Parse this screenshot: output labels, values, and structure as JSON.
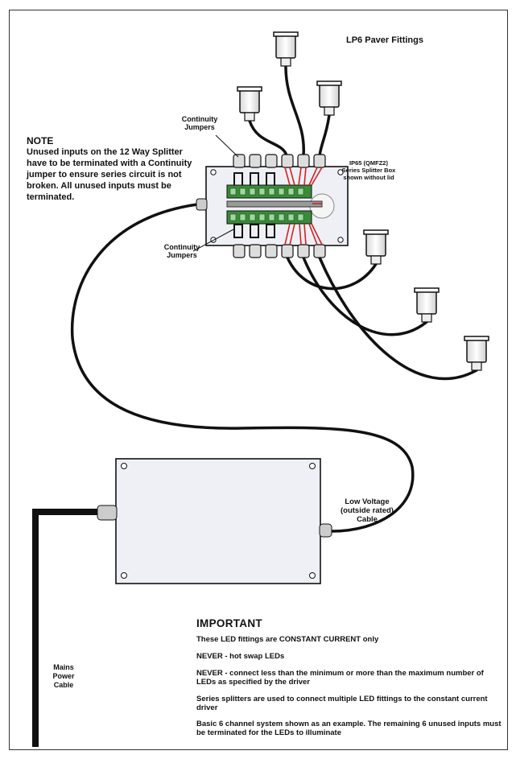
{
  "labels": {
    "paver_fittings": "LP6 Paver Fittings",
    "note_heading": "NOTE",
    "note_body": "Unused inputs on the 12 Way Splitter have to be terminated with a Continuity jumper to ensure series circuit is not broken. All unused inputs must be terminated.",
    "continuity_jumpers_top": "Continuity Jumpers",
    "continuity_jumpers_bottom": "Continuity Jumpers",
    "splitter_box": "IP65 (QMFZ2) Series Splitter Box shown without lid",
    "low_voltage_cable": "Low Voltage (outside rated) Cable",
    "mains_cable": "Mains Power Cable"
  },
  "important": {
    "heading": "IMPORTANT",
    "items": [
      "These LED fittings are CONSTANT CURRENT only",
      "NEVER - hot swap LEDs",
      "NEVER - connect less than the minimum or more than the maximum number of LEDs as specified by the driver",
      "Series splitters are used to connect multiple LED fittings to the constant current driver",
      "Basic 6 channel system shown as an example. The remaining 6 unused inputs must be terminated for the LEDs to illuminate"
    ]
  },
  "colors": {
    "terminal_green": "#3a8a3a",
    "jumper_red": "#d42020",
    "box_fill": "#eef0f6",
    "cable": "#111111"
  }
}
